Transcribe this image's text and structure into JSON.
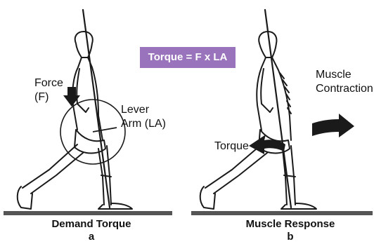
{
  "formula": "Torque = F x LA",
  "panel_a": {
    "force_line1": "Force",
    "force_line2": "(F)",
    "lever_line1": "Lever",
    "lever_line2": "Arm (LA)",
    "caption_title": "Demand Torque",
    "caption_letter": "a"
  },
  "panel_b": {
    "muscle_line1": "Muscle",
    "muscle_line2": "Contraction",
    "torque_label": "Torque",
    "caption_title": "Muscle Response",
    "caption_letter": "b"
  },
  "colors": {
    "formula_bg": "#9a73bd",
    "formula_text": "#ffffff",
    "ink": "#1a1a1a",
    "ground": "#555555"
  }
}
